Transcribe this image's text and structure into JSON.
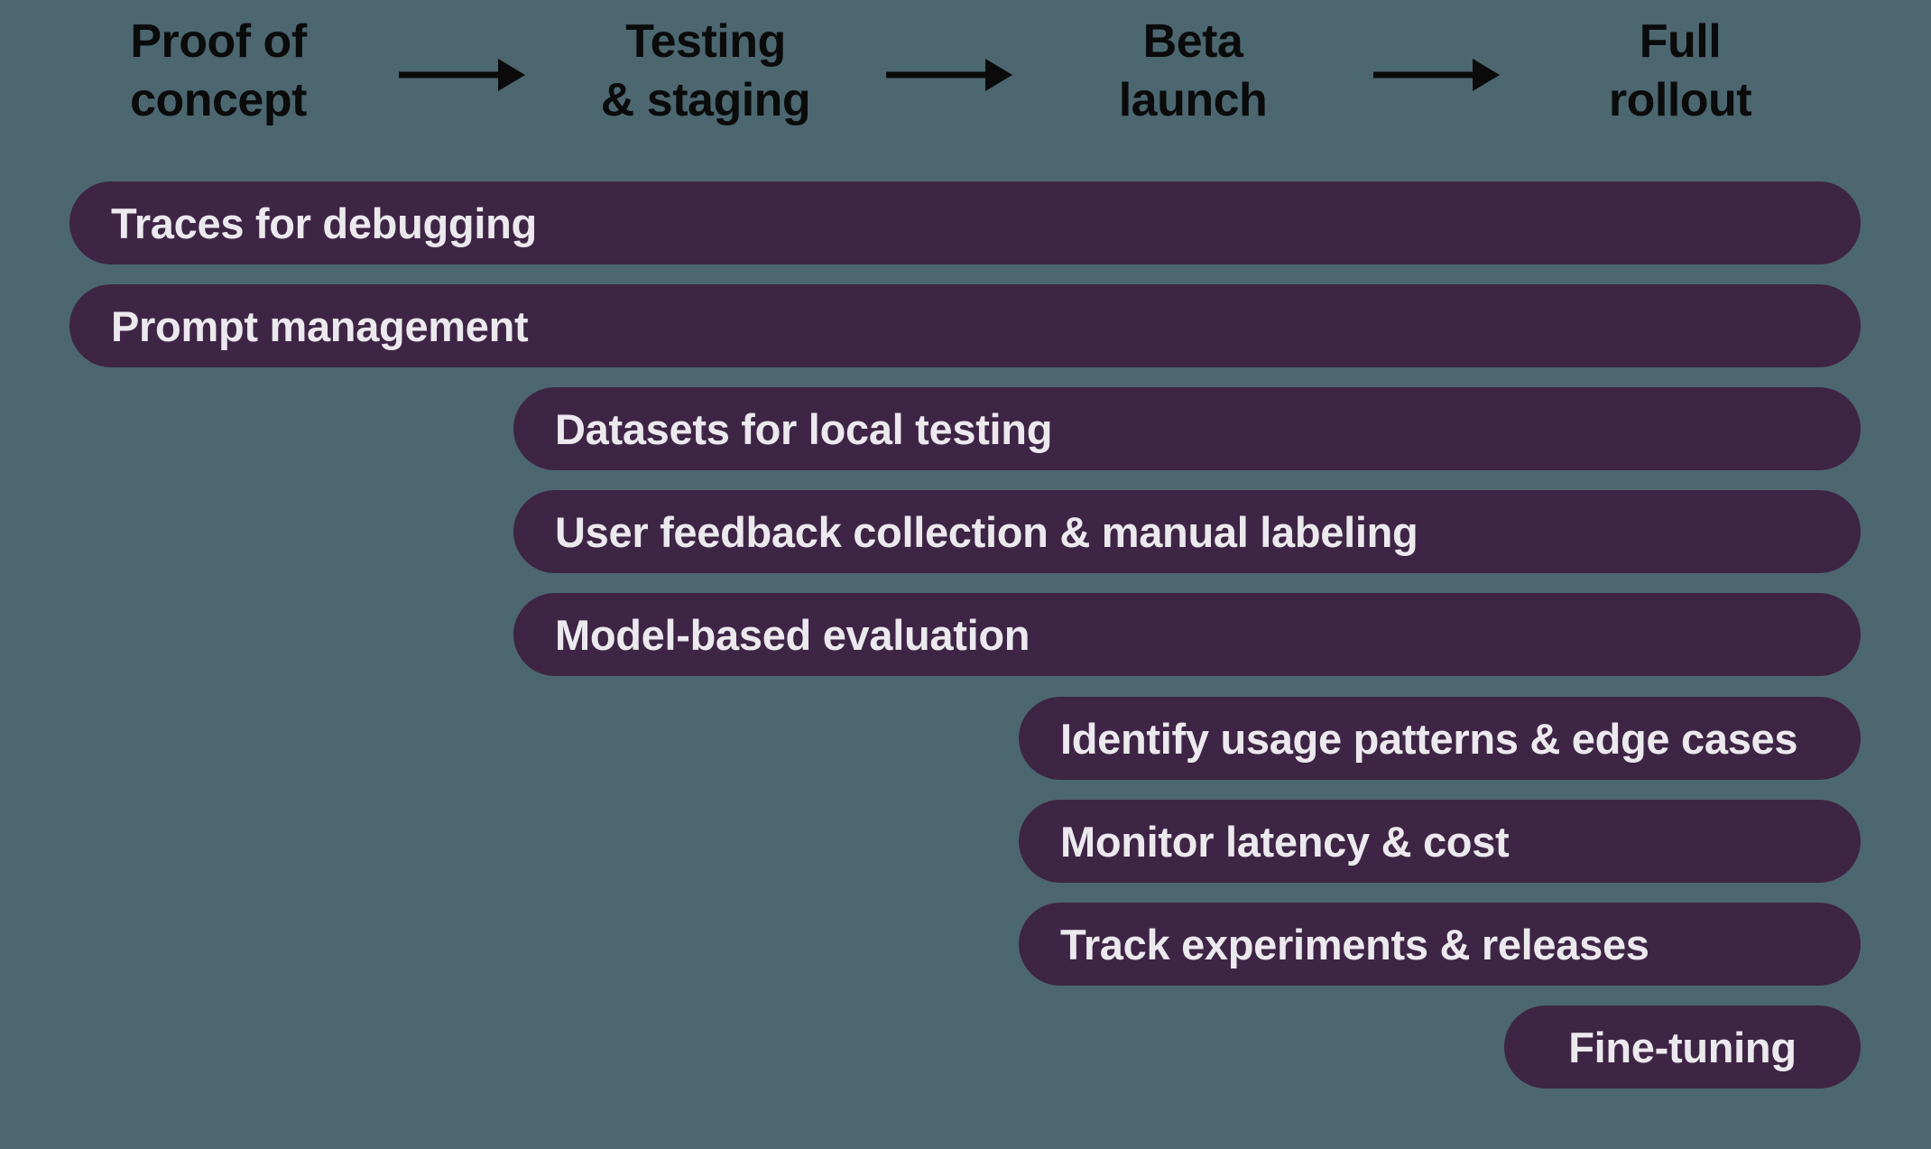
{
  "colors": {
    "background": "#4c6770",
    "bar": "#3e2545",
    "bar_text": "#ece9ee",
    "header_text": "#0b0b0b",
    "arrow": "#0b0b0b"
  },
  "stages": [
    {
      "label": "Proof of\nconcept"
    },
    {
      "label": "Testing\n& staging"
    },
    {
      "label": "Beta\nlaunch"
    },
    {
      "label": "Full\nrollout"
    }
  ],
  "arrows": [
    {
      "icon": "right-arrow"
    },
    {
      "icon": "right-arrow"
    },
    {
      "icon": "right-arrow"
    }
  ],
  "bars": [
    {
      "label": "Traces for debugging",
      "start_stage": "Proof of concept",
      "end_stage": "Full rollout"
    },
    {
      "label": "Prompt management",
      "start_stage": "Proof of concept",
      "end_stage": "Full rollout"
    },
    {
      "label": "Datasets for local testing",
      "start_stage": "Testing & staging",
      "end_stage": "Full rollout"
    },
    {
      "label": "User feedback collection & manual labeling",
      "start_stage": "Testing & staging",
      "end_stage": "Full rollout"
    },
    {
      "label": "Model-based evaluation",
      "start_stage": "Testing & staging",
      "end_stage": "Full rollout"
    },
    {
      "label": "Identify usage patterns & edge cases",
      "start_stage": "Beta launch",
      "end_stage": "Full rollout"
    },
    {
      "label": "Monitor latency & cost",
      "start_stage": "Beta launch",
      "end_stage": "Full rollout"
    },
    {
      "label": "Track experiments & releases",
      "start_stage": "Beta launch",
      "end_stage": "Full rollout"
    },
    {
      "label": "Fine-tuning",
      "start_stage": "Full rollout",
      "end_stage": "Full rollout"
    }
  ]
}
